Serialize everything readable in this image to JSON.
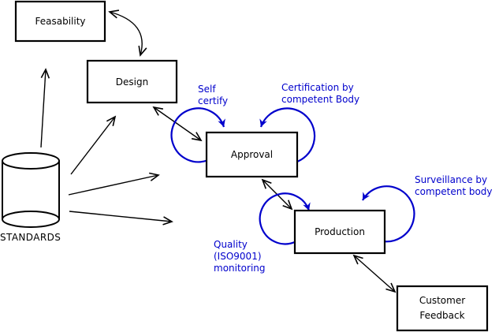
{
  "title": "Standards-driven product lifecycle diagram",
  "colors": {
    "line": "#000000",
    "annotation_blue": "#0000cc",
    "box_fill": "#ffffff"
  },
  "nodes": {
    "feasability": {
      "label": "Feasability"
    },
    "design": {
      "label": "Design"
    },
    "approval": {
      "label": "Approval"
    },
    "production": {
      "label": "Production"
    },
    "customer_feedback": {
      "label": "Customer\nFeedback"
    }
  },
  "datastore": {
    "label": "STANDARDS"
  },
  "annotations": {
    "self_certify": {
      "label": "Self\ncertify"
    },
    "certification": {
      "label": "Certification by\ncompetent Body"
    },
    "surveillance": {
      "label": "Surveillance by\ncompetent body"
    },
    "quality": {
      "label": "Quality\n(ISO9001)\nmonitoring"
    }
  }
}
